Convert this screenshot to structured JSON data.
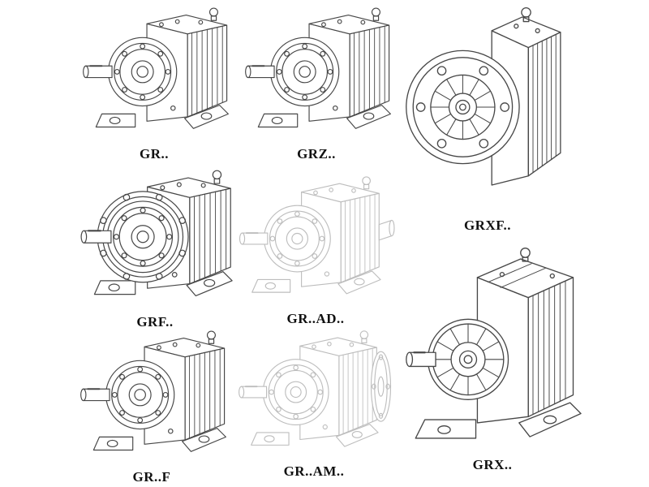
{
  "colors": {
    "line": "#474747",
    "ghost": "#bdbdbd",
    "label": "#111111",
    "background": "#ffffff"
  },
  "figures": [
    {
      "id": "gr",
      "label": "GR..",
      "style": "solid"
    },
    {
      "id": "grz",
      "label": "GRZ..",
      "style": "solid"
    },
    {
      "id": "grxf",
      "label": "GRXF..",
      "style": "solid"
    },
    {
      "id": "grf",
      "label": "GRF..",
      "style": "solid"
    },
    {
      "id": "gr-ad",
      "label": "GR..AD..",
      "style": "ghost"
    },
    {
      "id": "gr-f",
      "label": "GR..F",
      "style": "solid"
    },
    {
      "id": "gr-am",
      "label": "GR..AM..",
      "style": "ghost"
    },
    {
      "id": "grx",
      "label": "GRX..",
      "style": "solid"
    }
  ]
}
